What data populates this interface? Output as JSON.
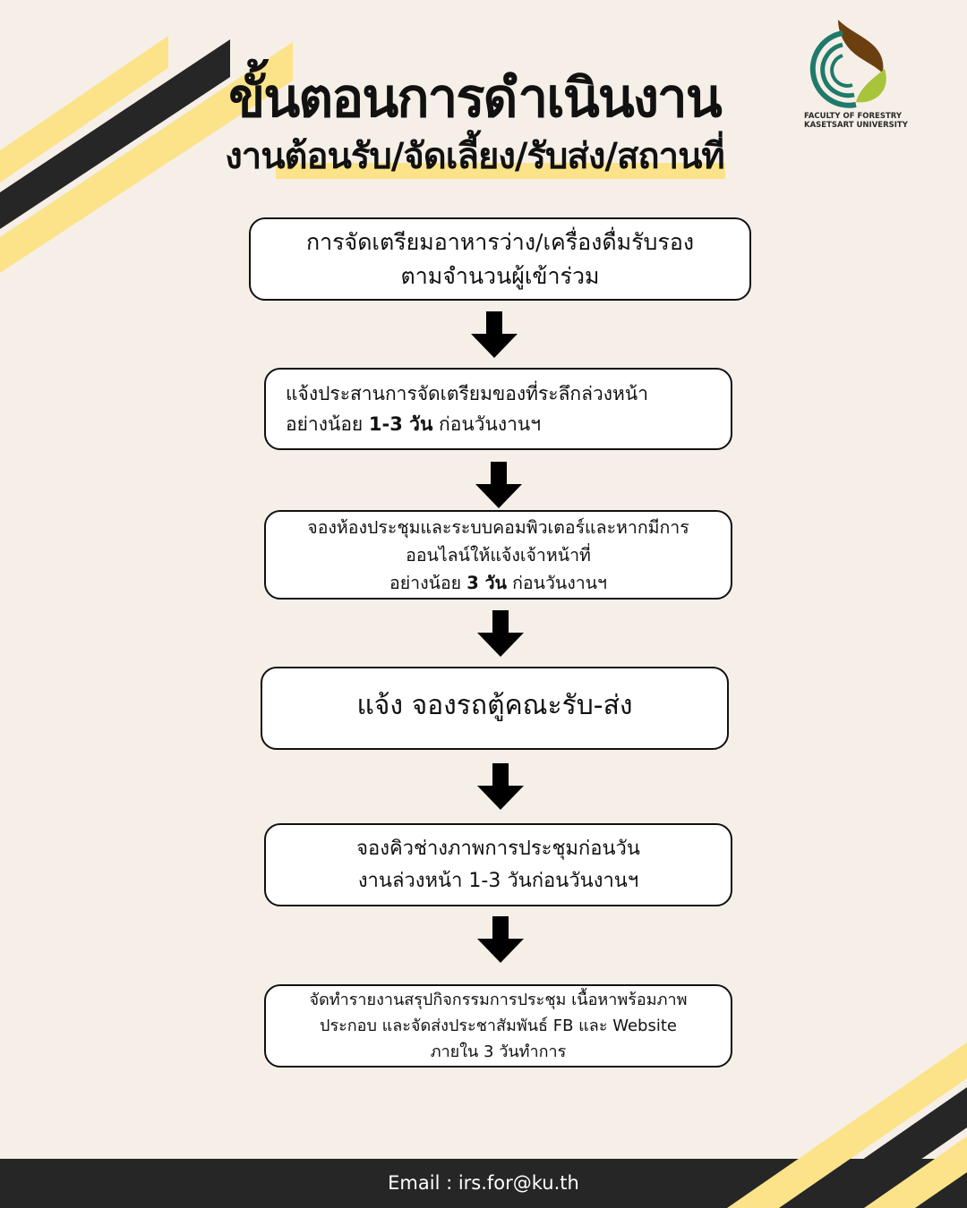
{
  "header": {
    "title": "ขั้นตอนการดำเนินงาน",
    "subtitle": "งานต้อนรับ/จัดเลี้ยง/รับส่ง/สถานที่",
    "logo_text": [
      "FACULTY OF FORESTRY",
      "KASETSART UNIVERSITY"
    ]
  },
  "steps": [
    {
      "lines": [
        "การจัดเตรียมอาหารว่าง/เครื่องดื่มรับรอง",
        "ตามจำนวนผู้เข้าร่วม"
      ]
    },
    {
      "line1": "แจ้งประสานการจัดเตรียมของที่ระลึกล่วงหน้า",
      "line2_pre": "อย่างน้อย ",
      "line2_bold": "1-3 วัน",
      "line2_post": " ก่อนวันงานฯ"
    },
    {
      "line1": "จองห้องประชุมและระบบคอมพิวเตอร์และหากมีการ",
      "line2": "ออนไลน์ให้แจ้งเจ้าหน้าที่",
      "line3_pre": "อย่างน้อย ",
      "line3_bold": "3 วัน",
      "line3_post": " ก่อนวันงานฯ"
    },
    {
      "lines": [
        "แจ้ง จองรถตู้คณะรับ-ส่ง"
      ]
    },
    {
      "lines": [
        "จองคิวช่างภาพการประชุมก่อนวัน",
        "งานล่วงหน้า 1-3 วันก่อนวันงานฯ"
      ]
    },
    {
      "lines": [
        "จัดทำรายงานสรุปกิจกรรมการประชุม  เนื้อหาพร้อมภาพ",
        "ประกอบ และจัดส่งประชาสัมพันธ์ FB และ Website",
        "ภายใน 3 วันทำการ"
      ]
    }
  ],
  "footer": {
    "email": "Email : irs.for@ku.th"
  },
  "colors": {
    "background": "#f6efe8",
    "yellow": "#fce38a",
    "dark": "#262626",
    "logo_green": "#1f7a6a",
    "logo_brown": "#6b3f10",
    "logo_leaf": "#a8c43a"
  }
}
